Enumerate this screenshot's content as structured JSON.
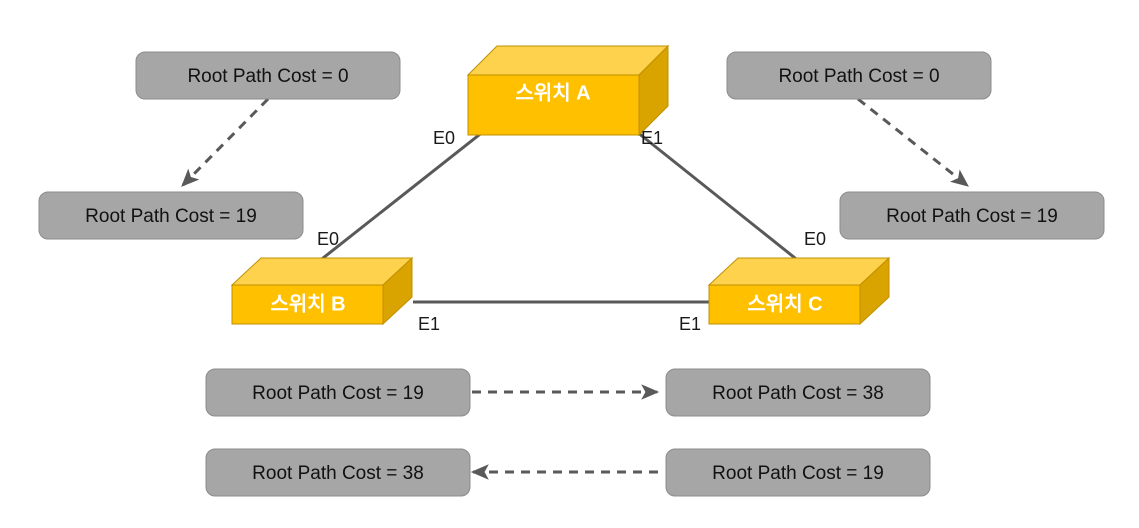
{
  "diagram": {
    "title": "STP Root Path Cost Diagram",
    "colors": {
      "box_front": "#ffc000",
      "box_top": "#ffd24d",
      "box_side": "#d9a300",
      "box_outline": "#bf9000",
      "cost_fill": "#a6a6a6",
      "cost_stroke": "#8c8c8c",
      "line": "#595959",
      "switch_text": "#ffffff",
      "label_text": "#111111",
      "background": "#ffffff"
    }
  },
  "switches": [
    {
      "id": "a",
      "label": "스위치 A"
    },
    {
      "id": "b",
      "label": "스위치 B"
    },
    {
      "id": "c",
      "label": "스위치 C"
    }
  ],
  "ports": {
    "a_left": "E0",
    "a_right": "E1",
    "b_top": "E0",
    "b_right": "E1",
    "c_top": "E0",
    "c_left": "E1"
  },
  "cost_boxes": [
    {
      "id": "top-left",
      "text": "Root Path Cost = 0"
    },
    {
      "id": "mid-left",
      "text": "Root Path Cost = 19"
    },
    {
      "id": "top-right",
      "text": "Root Path Cost = 0"
    },
    {
      "id": "mid-right",
      "text": "Root Path Cost = 19"
    },
    {
      "id": "row3-left",
      "text": "Root Path Cost = 19"
    },
    {
      "id": "row3-right",
      "text": "Root Path Cost = 38"
    },
    {
      "id": "row4-left",
      "text": "Root Path Cost = 38"
    },
    {
      "id": "row4-right",
      "text": "Root Path Cost = 19"
    }
  ],
  "arrows": [
    {
      "id": "left-diagonal",
      "direction": "down-left"
    },
    {
      "id": "right-diagonal",
      "direction": "down-right"
    },
    {
      "id": "row3",
      "direction": "right"
    },
    {
      "id": "row4",
      "direction": "left"
    }
  ]
}
